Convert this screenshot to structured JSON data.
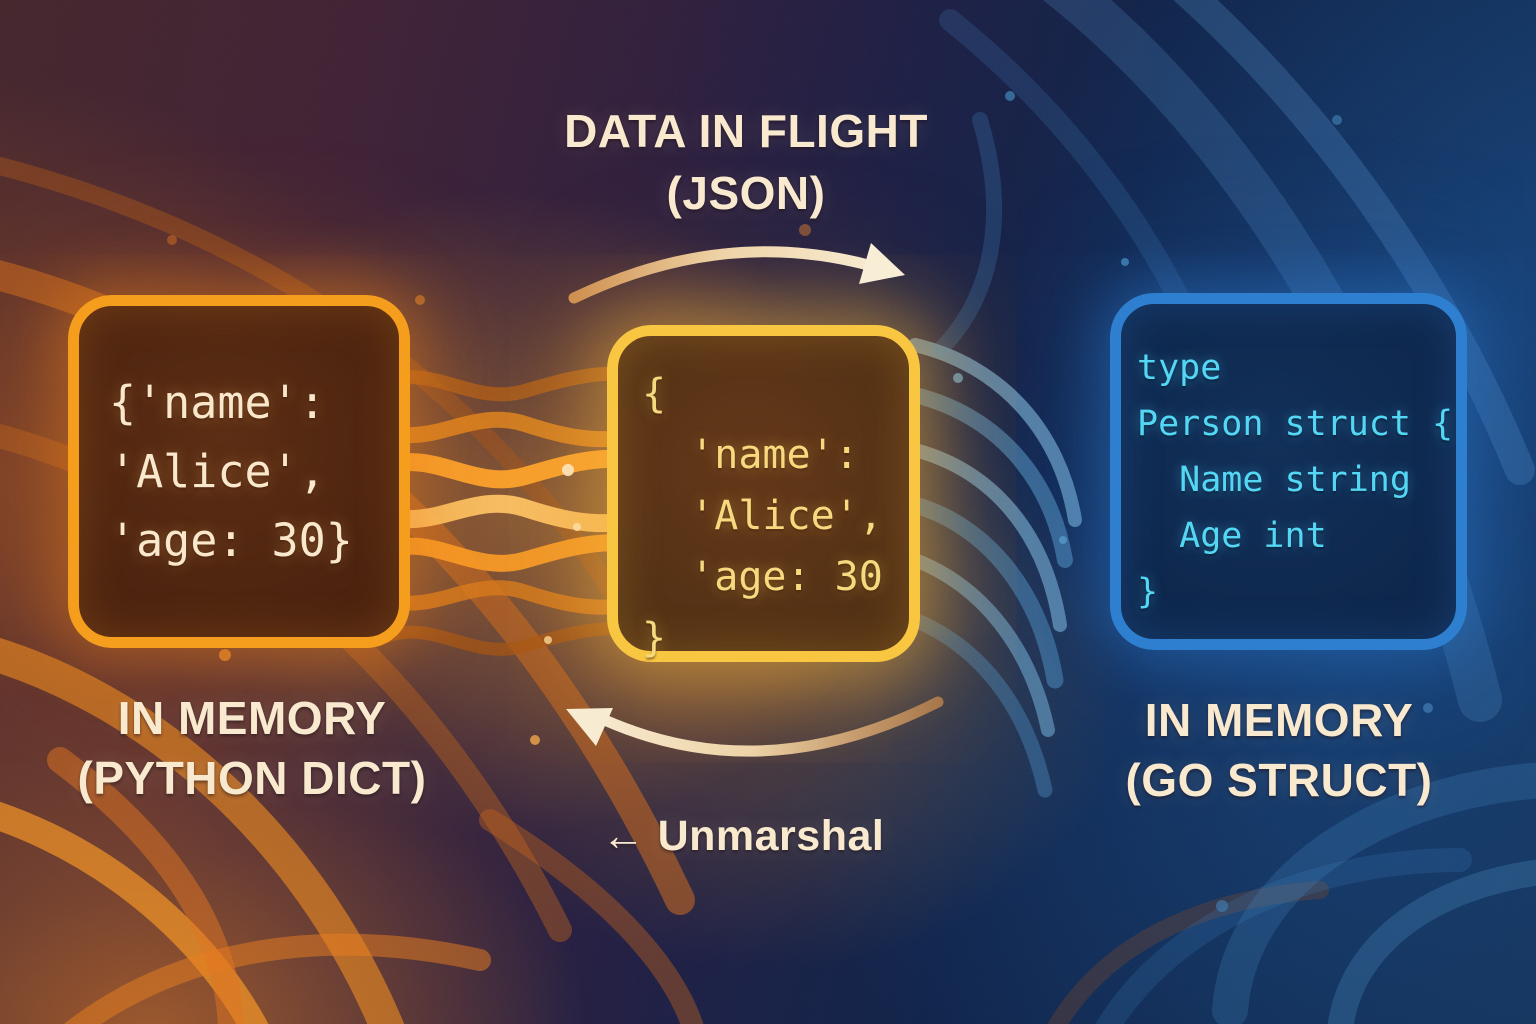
{
  "title": {
    "line1": "DATA IN FLIGHT",
    "line2": "(JSON)"
  },
  "boxes": {
    "python": {
      "code": [
        "{'name':",
        "'Alice',",
        "'age: 30}"
      ],
      "caption": {
        "line1": "IN MEMORY",
        "line2": "(PYTHON DICT)"
      }
    },
    "json": {
      "code": [
        "{",
        "  'name':",
        "  'Alice',",
        "  'age: 30",
        "}"
      ]
    },
    "go": {
      "code": [
        "type",
        "Person struct {",
        "  Name string",
        "  Age int",
        "}"
      ],
      "caption": {
        "line1": "IN MEMORY",
        "line2": "(GO STRUCT)"
      }
    }
  },
  "arrows": {
    "unmarshal_label": "← Unmarshal"
  },
  "colors": {
    "python_border": "#f59d1d",
    "json_border": "#f8c640",
    "go_border": "#2e7fd0",
    "label_text": "#f8e9cf",
    "python_code_text": "#fae8cd",
    "json_code_text": "#f7da7f",
    "go_code_text": "#54d7f4"
  }
}
